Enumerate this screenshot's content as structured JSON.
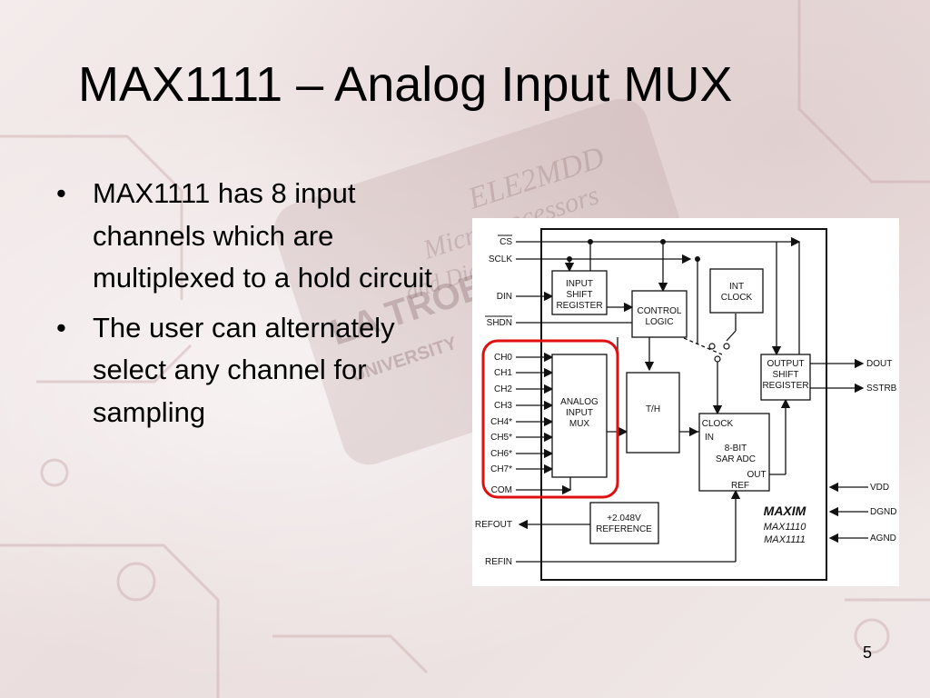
{
  "slide": {
    "title": "MAX1111 – Analog Input MUX",
    "bullets": [
      "MAX1111 has 8 input channels which are multiplexed to a hold circuit",
      "The user can alternately select any channel for sampling"
    ],
    "bullet_glyph": "•",
    "page_number": "5"
  },
  "diagram": {
    "left_pins": [
      "CS",
      "SCLK",
      "DIN",
      "SHDN",
      "CH0",
      "CH1",
      "CH2",
      "CH3",
      "CH4*",
      "CH5*",
      "CH6*",
      "CH7*",
      "COM",
      "REFOUT",
      "REFIN"
    ],
    "right_pins": [
      "DOUT",
      "SSTRB",
      "VDD",
      "DGND",
      "AGND"
    ],
    "blocks": {
      "input_shift_register": [
        "INPUT",
        "SHIFT",
        "REGISTER"
      ],
      "control_logic": [
        "CONTROL",
        "LOGIC"
      ],
      "int_clock": [
        "INT",
        "CLOCK"
      ],
      "output_shift_register": [
        "OUTPUT",
        "SHIFT",
        "REGISTER"
      ],
      "analog_input_mux": [
        "ANALOG",
        "INPUT",
        "MUX"
      ],
      "track_hold": "T/H",
      "adc": [
        "CLOCK",
        "IN",
        "8-BIT",
        "SAR ADC",
        "OUT",
        "REF"
      ],
      "reference": [
        "+2.048V",
        "REFERENCE"
      ]
    },
    "brand": "MAXIM",
    "part_numbers": [
      "MAX1110",
      "MAX1111"
    ],
    "highlight_color": "#e01010"
  },
  "background_text": [
    "ELE2MDD",
    "Microprocessors",
    "and Digital Design",
    "LA TROBE",
    "UNIVERSITY"
  ]
}
